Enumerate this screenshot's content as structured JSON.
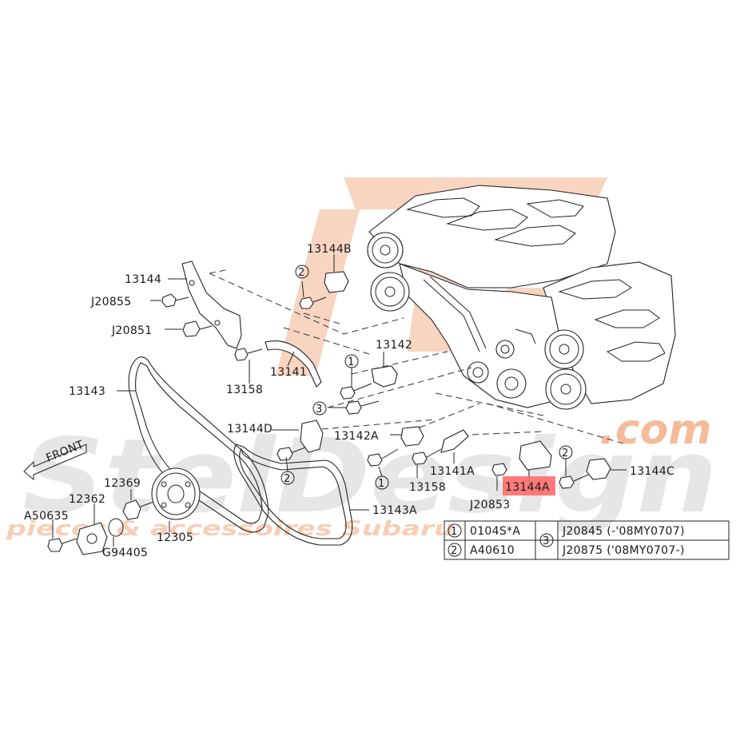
{
  "watermark": {
    "brand": "StelDesign",
    "domain": ".com",
    "tagline": "pieces & accessoires Subaru",
    "logo_color": "#f6c7ab",
    "text_color": "#d9d9d9"
  },
  "front_indicator": "FRONT",
  "highlight_color": "#ff6b6b",
  "labels": {
    "p13144B": "13144B",
    "p13144": "13144",
    "j20855": "J20855",
    "j20851": "J20851",
    "p13142": "13142",
    "p13141": "13141",
    "p13158a": "13158",
    "p13143": "13143",
    "p13144D": "13144D",
    "p13142A": "13142A",
    "p13141A": "13141A",
    "p13158b": "13158",
    "p13144C": "13144C",
    "p13144A": "13144A",
    "j20853": "J20853",
    "p12369": "12369",
    "p12362": "12362",
    "a50635": "A50635",
    "p12305": "12305",
    "g94405": "G94405",
    "p13143A": "13143A"
  },
  "circle_refs": [
    "1",
    "2",
    "3"
  ],
  "legend": {
    "rows": [
      {
        "ref": "1",
        "part": "0104S*A"
      },
      {
        "ref": "2",
        "part": "A40610"
      }
    ],
    "ref3": "3",
    "ref3_parts": [
      "J20845 (-'08MY0707)",
      "J20875 ('08MY0707-)"
    ]
  }
}
